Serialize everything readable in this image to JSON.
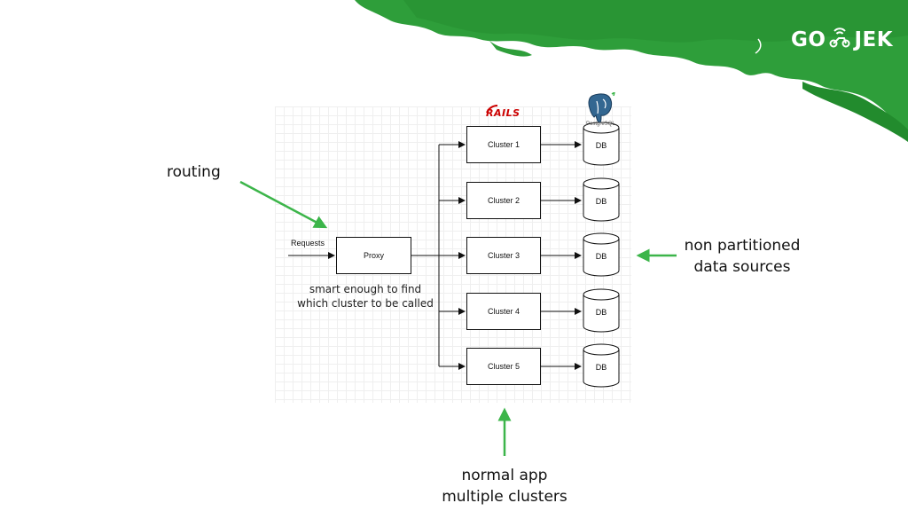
{
  "brand": {
    "logo_prefix": "GO",
    "logo_suffix": "JEK",
    "logo_text": "GOJEK",
    "banner_color": "#2e9e3a",
    "banner_dark": "#218a2c"
  },
  "diagram": {
    "requests_label": "Requests",
    "proxy_label": "Proxy",
    "clusters": [
      "Cluster 1",
      "Cluster 2",
      "Cluster 3",
      "Cluster 4",
      "Cluster 5"
    ],
    "databases": [
      "DB",
      "DB",
      "DB",
      "DB",
      "DB"
    ],
    "proxy_note_line1": "smart enough to find",
    "proxy_note_line2": "which cluster to be called",
    "rails_logo": "RAILS",
    "postgres_logo": "PostgreSQL"
  },
  "callouts": {
    "routing": "routing",
    "non_partitioned_line1": "non partitioned",
    "non_partitioned_line2": "data sources",
    "normal_app_line1": "normal app",
    "normal_app_line2": "multiple clusters",
    "arrow_color": "#3cb54a"
  }
}
